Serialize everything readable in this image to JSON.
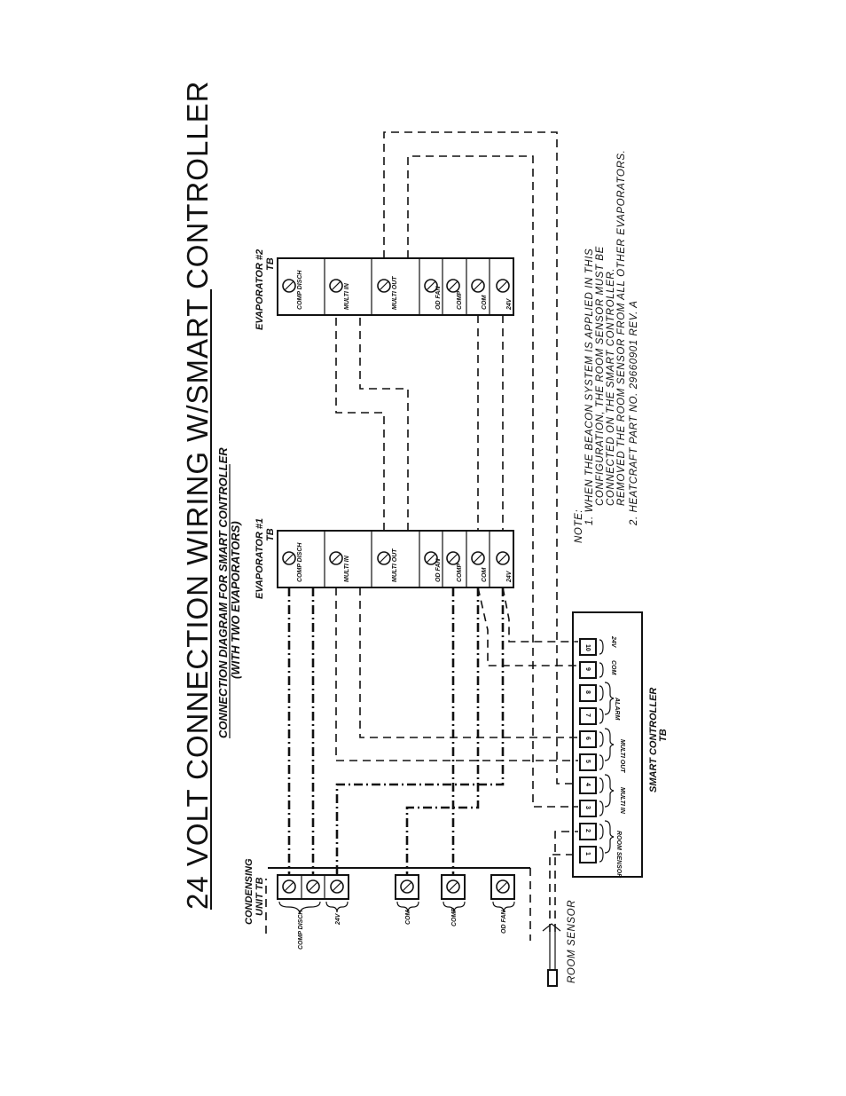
{
  "title": "24 VOLT CONNECTION WIRING W/SMART CONTROLLER",
  "subtitle_1": "CONNECTION DIAGRAM FOR SMART CONTROLLER",
  "subtitle_2": "(WITH TWO EVAPORATORS)",
  "evap1": {
    "label": "EVAPORATOR #1",
    "tb": "TB",
    "terminals": [
      "COMP DISCH",
      "MULTI IN",
      "MULTI OUT",
      "OD FAN",
      "COMP",
      "COM",
      "24V"
    ]
  },
  "evap2": {
    "label": "EVAPORATOR #2",
    "tb": "TB",
    "terminals": [
      "COMP DISCH",
      "MULTI IN",
      "MULTI OUT",
      "OD FAN",
      "COMP",
      "COM",
      "24V"
    ]
  },
  "condensing": {
    "label_1": "CONDENSING",
    "label_2": "UNIT TB",
    "terminals": [
      "COMP DISCH",
      "24V",
      "COM",
      "COMP",
      "OD FAN"
    ]
  },
  "smart_controller": {
    "label_1": "SMART CONTROLLER",
    "label_2": "TB",
    "terminal_numbers": [
      "1",
      "2",
      "3",
      "4",
      "5",
      "6",
      "7",
      "8",
      "9",
      "10"
    ],
    "groups": [
      "ROOM SENSOR",
      "MULTI IN",
      "MULTI OUT",
      "ALARM",
      "COM",
      "24V"
    ]
  },
  "room_sensor_label": "ROOM SENSOR",
  "notes": {
    "heading": "NOTE:",
    "lines": [
      "1.  WHEN THE BEACON SYSTEM IS APPLIED IN THIS",
      "CONFIGURATION, THE ROOM SENSOR MUST BE",
      "CONNECTED ON THE SMART CONTROLLER.",
      "REMOVED THE ROOM SENSOR FROM ALL OTHER EVAPORATORS.",
      "2.  HEATCRAFT PART NO. 29660901   REV. A"
    ]
  }
}
